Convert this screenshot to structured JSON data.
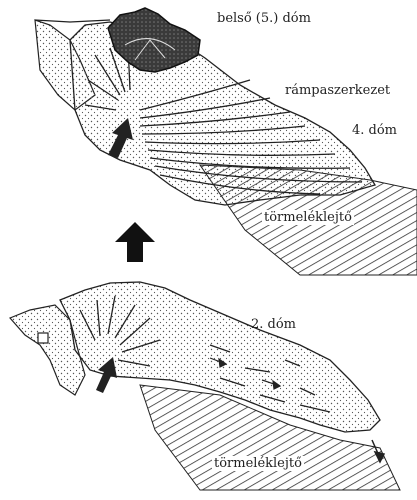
{
  "labels": {
    "inner_dome": "belső (5.) dóm",
    "ramp_structure": "rámpaszerkezet",
    "dome_4": "4. dóm",
    "talus_top": "törmeléklejtő",
    "dome_2": "2. dóm",
    "talus_bottom": "törmeléklejtő"
  },
  "colors": {
    "ink": "#222222",
    "stipple": "#555555",
    "inner_dome_fill": "#3a3a3a",
    "paper": "#ffffff"
  },
  "icons": [
    "arrow-up-icon",
    "extrusion-arrow-icon",
    "flow-arrow-icon"
  ]
}
